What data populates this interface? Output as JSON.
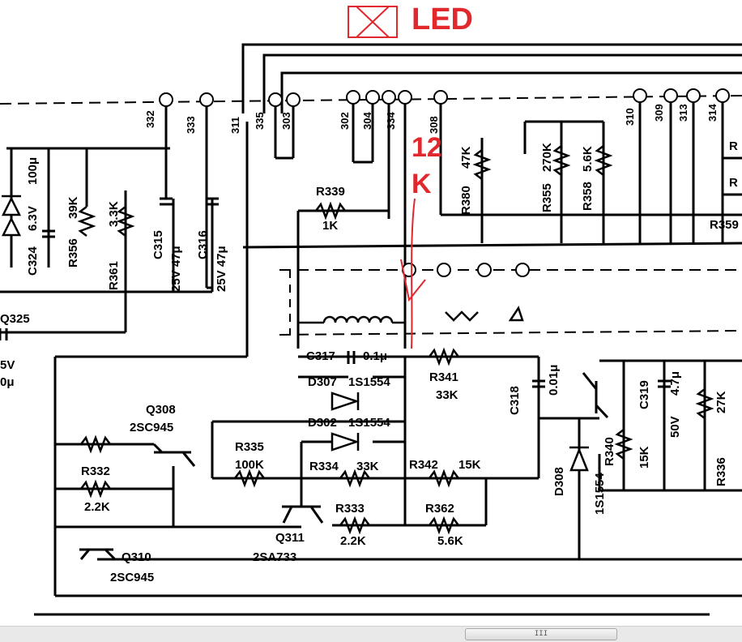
{
  "annotation": {
    "led": "LED",
    "resistor": "12",
    "unit": "K"
  },
  "pins_top": [
    "332",
    "333",
    "311",
    "335",
    "303",
    "302",
    "304",
    "334",
    "308",
    "310",
    "309",
    "313",
    "314"
  ],
  "components": {
    "r339": [
      "R339",
      "1K"
    ],
    "r380": [
      "R380",
      "47K"
    ],
    "r355": [
      "R355",
      "270K"
    ],
    "r358": [
      "R358",
      "5.6K"
    ],
    "r359": "R359",
    "c324": "C324",
    "dz_v": "6.3V",
    "dz_c": "100μ",
    "r356": [
      "R356",
      "39K"
    ],
    "r361": [
      "R361",
      "3.3K"
    ],
    "c315": [
      "C315",
      "25V 47μ"
    ],
    "c316": [
      "C316",
      "25V 47μ"
    ],
    "q325": "Q325",
    "cap_left_v": "5V",
    "cap_left_c": "0μ",
    "c317": [
      "C317",
      "0.1μ"
    ],
    "d307": [
      "D307",
      "1S1554"
    ],
    "d302": [
      "D302",
      "1S1554"
    ],
    "r341": [
      "R341",
      "33K"
    ],
    "c318": [
      "C318",
      "0.01μ"
    ],
    "c319": [
      "C319",
      "50V",
      "4.7μ"
    ],
    "r340": [
      "R340",
      "15K"
    ],
    "r336": [
      "R336",
      "27K"
    ],
    "d308": [
      "D308",
      "1S1554"
    ],
    "q308": [
      "Q308",
      "2SC945"
    ],
    "r335": [
      "R335",
      "100K"
    ],
    "r334": [
      "R334",
      "33K"
    ],
    "r342": [
      "R342",
      "15K"
    ],
    "r332": [
      "R332",
      "2.2K"
    ],
    "r333": [
      "R333",
      "2.2K"
    ],
    "r362": [
      "R362",
      "5.6K"
    ],
    "q311": [
      "Q311",
      "2SA733"
    ],
    "q310": [
      "Q310",
      "2SC945"
    ],
    "tr": "R",
    "tr2": "R"
  },
  "scrollbar": {
    "grip": "III"
  }
}
